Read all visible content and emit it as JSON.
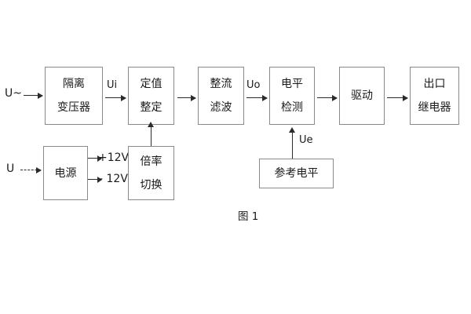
{
  "figure": {
    "caption": "图 1",
    "colors": {
      "box_border": "#8a8a8a",
      "arrow": "#2b2b2b",
      "text": "#1a1a1a",
      "background": "#ffffff"
    }
  },
  "blocks": [
    {
      "id": "isolation-transformer",
      "line1": "隔离",
      "line2": "变压器"
    },
    {
      "id": "setting-value",
      "line1": "定值",
      "line2": "整定"
    },
    {
      "id": "rectifier-filter",
      "line1": "整流",
      "line2": "滤波"
    },
    {
      "id": "level-detection",
      "line1": "电平",
      "line2": "检测"
    },
    {
      "id": "drive",
      "line1": "驱动",
      "line2": ""
    },
    {
      "id": "output-relay",
      "line1": "出口",
      "line2": "继电器"
    },
    {
      "id": "power-supply",
      "line1": "电源",
      "line2": ""
    },
    {
      "id": "multiplier-switch",
      "line1": "倍率",
      "line2": "切换"
    },
    {
      "id": "reference-level",
      "line1": "参考电平",
      "line2": ""
    }
  ],
  "signals": {
    "ac_input": "U~",
    "dc_input": "U",
    "ui": "Ui",
    "uo": "Uo",
    "ue": "Ue",
    "rail_positive": "+12V",
    "rail_negative": "- 12V"
  }
}
